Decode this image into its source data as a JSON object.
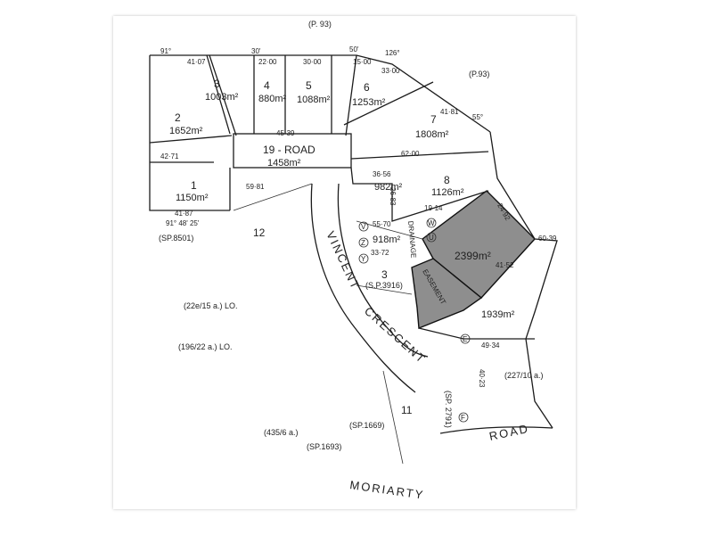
{
  "plan": {
    "top_ref": "(P. 93)",
    "right_ref": "(P.93)",
    "sp8501": "(SP.8501)",
    "sp3916": "(S.P.3916)",
    "sp2791": "(SP. 2791)",
    "sp1693": "(SP.1693)",
    "sp1669": "(SP.1669)",
    "lo1": "(22e/15 a.) LO.",
    "lo2": "(196/22 a.) LO.",
    "ref_435": "(435/6 a.)",
    "ref_227": "(227/10 a.)"
  },
  "lots": {
    "l3": "3",
    "a3": "1003m²",
    "l4": "4",
    "a4": "880m²",
    "l5": "5",
    "a5": "1088m²",
    "l6": "6",
    "a6": "1253m²",
    "l7": "7",
    "a7": "1808m²",
    "l2": "2",
    "a2": "1652m²",
    "l1": "1",
    "a1": "1150m²",
    "road19": "19 - ROAD",
    "a19": "1458m²",
    "l8": "8",
    "a8": "1126m²",
    "a982": "982m²",
    "a918": "918m²",
    "a2399": "2399m²",
    "a1939": "1939m²",
    "l3b": "3",
    "l12": "12",
    "l11": "11"
  },
  "roads": {
    "vincent": "VINCENT",
    "crescent": "CRESCENT",
    "moriarty": "MORIARTY",
    "road": "ROAD",
    "drainage": "DRAINAGE",
    "easement": "EASEMENT"
  },
  "dims": {
    "d1": "91°",
    "d2": "30'",
    "d3": "50'",
    "d4": "126°",
    "d5": "41·07",
    "d6": "22·00",
    "d7": "30·00",
    "d8": "15·00",
    "d9": "33·00",
    "d10": "41·81",
    "d11": "55°",
    "d12": "62·00",
    "d13": "45·39",
    "d14": "36·56",
    "d15": "55·70",
    "d16": "33·72",
    "d17": "41·87",
    "d18": "42·71",
    "d19": "49·34",
    "d20": "19·14",
    "d21": "26·83",
    "d22": "40·23",
    "d23": "60·39",
    "d24": "41·52",
    "d25": "24·92",
    "d26": "91°  48'  25'",
    "d27": "59·81"
  },
  "markers": {
    "v": "V",
    "z": "Z",
    "y": "Y",
    "w": "W",
    "u": "U",
    "e": "E",
    "f": "F"
  },
  "colors": {
    "shade": "#8e8e8e",
    "ink": "#1c1c1c"
  }
}
